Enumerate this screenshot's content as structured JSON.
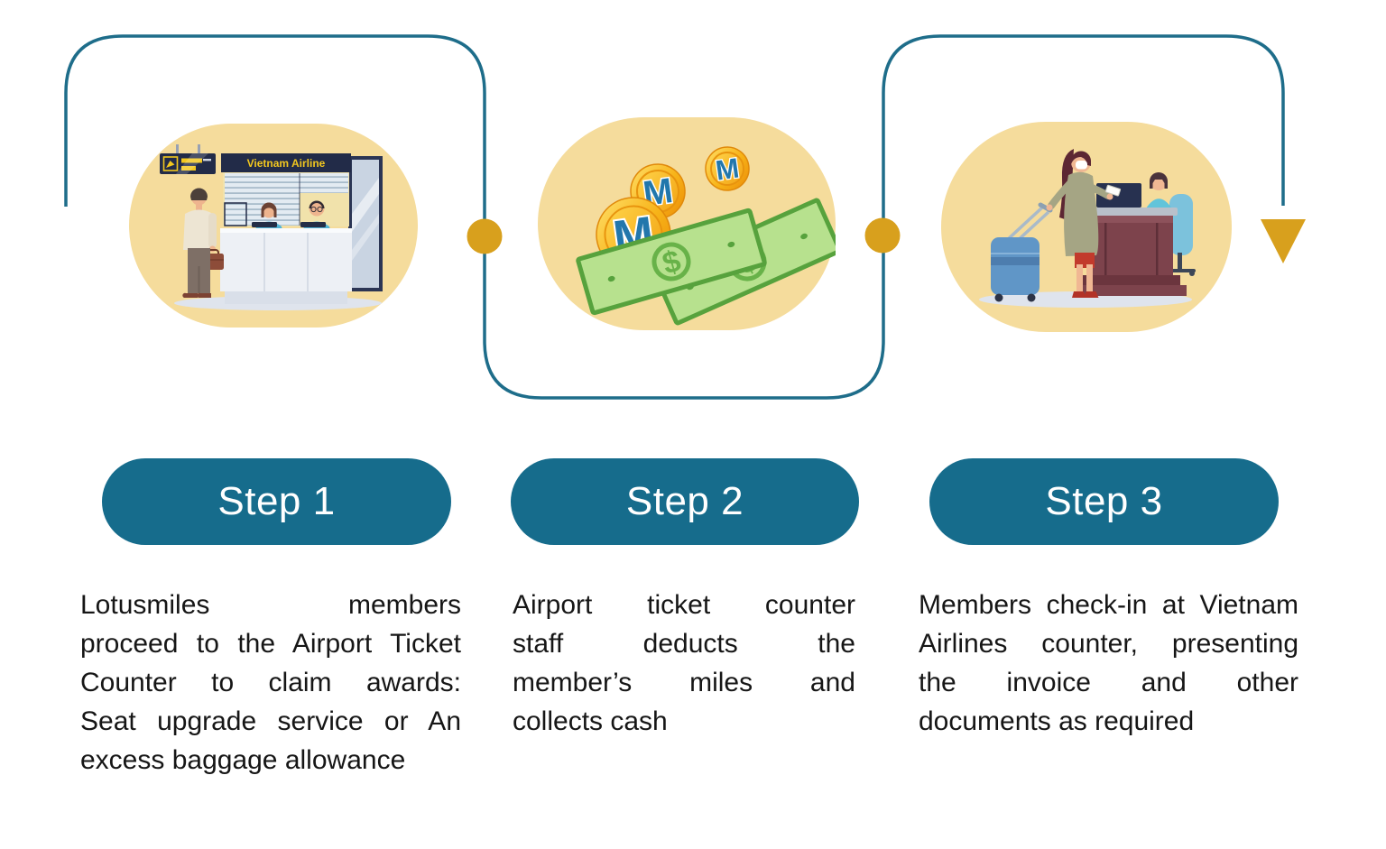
{
  "steps": [
    {
      "label": "Step 1",
      "description": "Lotusmiles members proceed to the Airport Ticket Counter to claim awards: Seat upgrade service or An excess baggage allowance",
      "lines": [
        "Lotusmiles members",
        "proceed to the Airport Ticket",
        "Counter to claim awards:",
        "Seat upgrade service or An",
        "excess baggage allowance"
      ],
      "illustration": "airport-ticket-counter",
      "sign_text": "Vietnam Airline"
    },
    {
      "label": "Step 2",
      "description": "Airport ticket counter staff deducts the member’s miles and collects cash",
      "lines": [
        "Airport ticket counter",
        "staff deducts the",
        "member’s miles and",
        "collects cash"
      ],
      "illustration": "miles-coins-and-cash",
      "coin_letter": "M",
      "currency_symbol": "$"
    },
    {
      "label": "Step 3",
      "description": "Members check-in at Vietnam Airlines counter, presenting the invoice and other documents as required",
      "lines": [
        "Members check-in at Vietnam",
        "Airlines counter, presenting",
        "the invoice and other",
        "documents as required"
      ],
      "illustration": "checkin-counter-with-luggage"
    }
  ],
  "connector": {
    "style": "rounded-elbow-flow-line",
    "line_color": "#1e6d8a",
    "node_color": "#d8a01d",
    "nodes": [
      "dot-between-step1-step2",
      "dot-between-step2-step3"
    ],
    "terminal": "down-arrow"
  },
  "palette": {
    "page_background": "#ffffff",
    "oval_background": "#f5dc9c",
    "step_pill": "#166c8c",
    "step_pill_text": "#ffffff",
    "body_text": "#161616",
    "connector_line": "#1e6d8a",
    "gold_accent": "#d8a01d"
  }
}
